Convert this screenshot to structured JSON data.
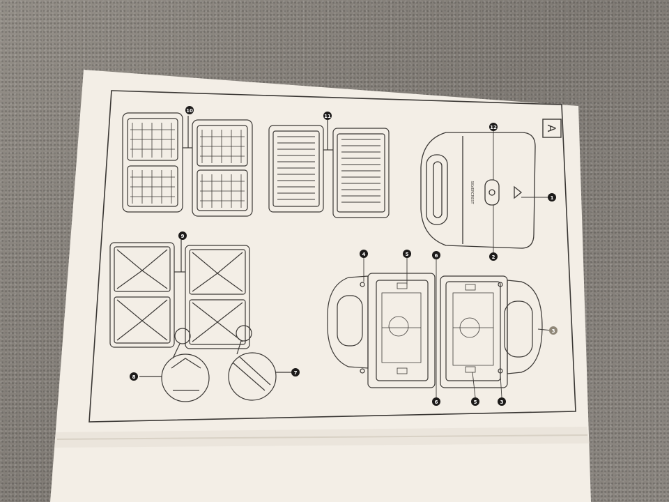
{
  "sheet": {
    "section_letter": "A",
    "brand_mark": "SILVERCREST"
  },
  "callouts": {
    "c1": "1",
    "c2": "2",
    "c3": "3",
    "c4": "4",
    "c5": "5",
    "c6": "6",
    "c7": "7",
    "c8": "8",
    "c9": "9",
    "c10": "10",
    "c11": "11",
    "c12": "12"
  },
  "colors": {
    "paper": "#f3eee6",
    "ink": "#3a3734",
    "callout_fill": "#1c1a19"
  }
}
